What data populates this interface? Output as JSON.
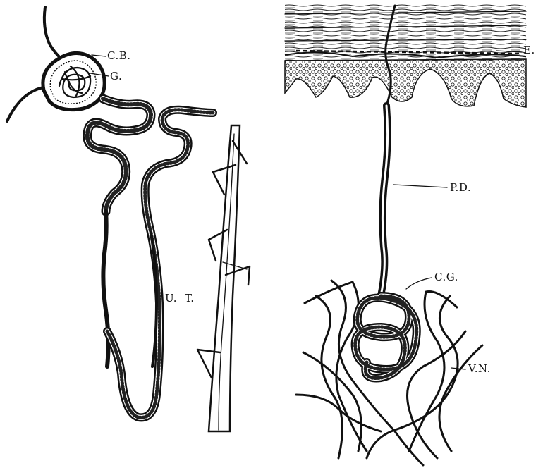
{
  "labels": {
    "cb": "C.B.",
    "g": "G.",
    "ut_u": "U.",
    "ut_t": "T.",
    "e": "E.",
    "pd": "P.D.",
    "cg": "C.G.",
    "vn": "V.N."
  },
  "colors": {
    "ink": "#111111",
    "paper": "#ffffff"
  }
}
